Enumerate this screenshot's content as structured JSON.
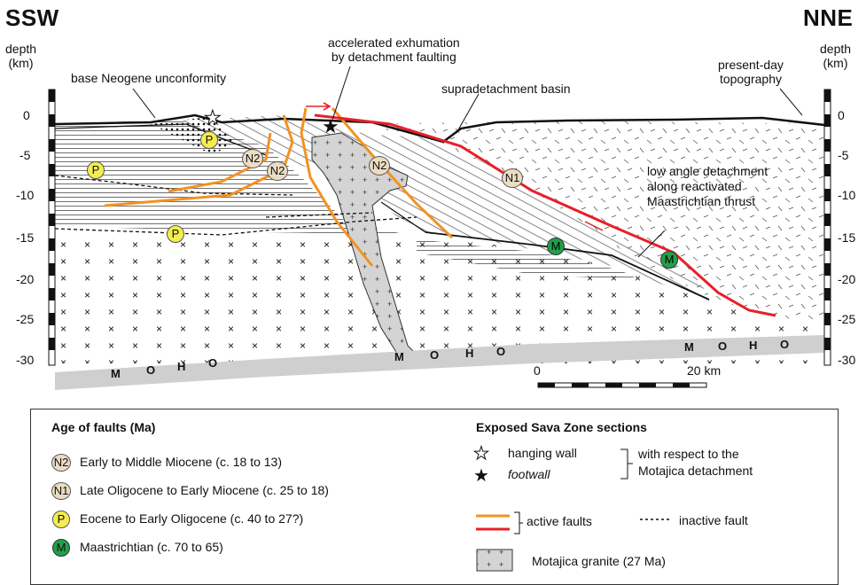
{
  "figure": {
    "direction_left": "SSW",
    "direction_right": "NNE",
    "depth_label_left": "depth\n(km)",
    "depth_label_right": "depth\n(km)",
    "depth_ticks": [
      "0",
      "-5",
      "-10",
      "-15",
      "-20",
      "-25",
      "-30"
    ],
    "annotations": {
      "accelerated_exhumation": "accelerated exhumation\nby detachment faulting",
      "present_topography": "present-day\ntopography",
      "base_neogene": "base Neogene unconformity",
      "supradetachment_basin": "supradetachment basin",
      "low_angle_detachment": "low angle detachment\nalong reactivated\nMaastrichtian thrust"
    },
    "moho_letters": [
      "M",
      "O",
      "H",
      "O"
    ],
    "fault_badges": [
      "N2",
      "N2",
      "N2",
      "N1",
      "P",
      "P",
      "P",
      "M",
      "M"
    ],
    "scale": {
      "start": "0",
      "end": "20 km"
    }
  },
  "legend": {
    "left_title": "Age of faults (Ma)",
    "ages": [
      {
        "badge": "N2",
        "color": "#ecdcc3",
        "text": "Early to Middle Miocene (c. 18 to 13)"
      },
      {
        "badge": "N1",
        "color": "#ecdcc3",
        "text": "Late Oligocene to Early Miocene (c. 25 to 18)"
      },
      {
        "badge": "P",
        "color": "#f5ec50",
        "text": "Eocene to Early Oligocene (c. 40 to 27?)"
      },
      {
        "badge": "M",
        "color": "#21a04a",
        "text": "Maastrichtian (c. 70 to 65)"
      }
    ],
    "right_title": "Exposed Sava Zone sections",
    "hanging_wall": "hanging wall",
    "footwall": "footwall",
    "detachment_note": "with respect to the\nMotajica detachment",
    "active_faults": "active faults",
    "inactive_fault": "inactive fault",
    "granite": "Motajica granite (27 Ma)"
  },
  "colors": {
    "orange": "#f39220",
    "red": "#e8202a",
    "gray": "#cfcfcf"
  }
}
